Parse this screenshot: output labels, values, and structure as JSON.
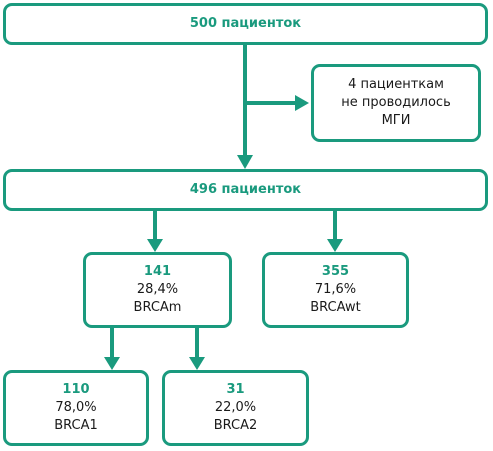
{
  "colors": {
    "accent": "#1a9a7e",
    "text": "#1a1a1a",
    "background": "#ffffff"
  },
  "nodes": {
    "top": {
      "label": "500 пациенток"
    },
    "excluded": {
      "line1": "4 пациенткам",
      "line2": "не проводилось",
      "line3": "МГИ"
    },
    "second": {
      "label": "496 пациенток"
    },
    "brcam": {
      "count": "141",
      "percent": "28,4%",
      "label": "BRCAm"
    },
    "brcawt": {
      "count": "355",
      "percent": "71,6%",
      "label": "BRCAwt"
    },
    "brca1": {
      "count": "110",
      "percent": "78,0%",
      "label": "BRCA1"
    },
    "brca2": {
      "count": "31",
      "percent": "22,0%",
      "label": "BRCA2"
    }
  }
}
